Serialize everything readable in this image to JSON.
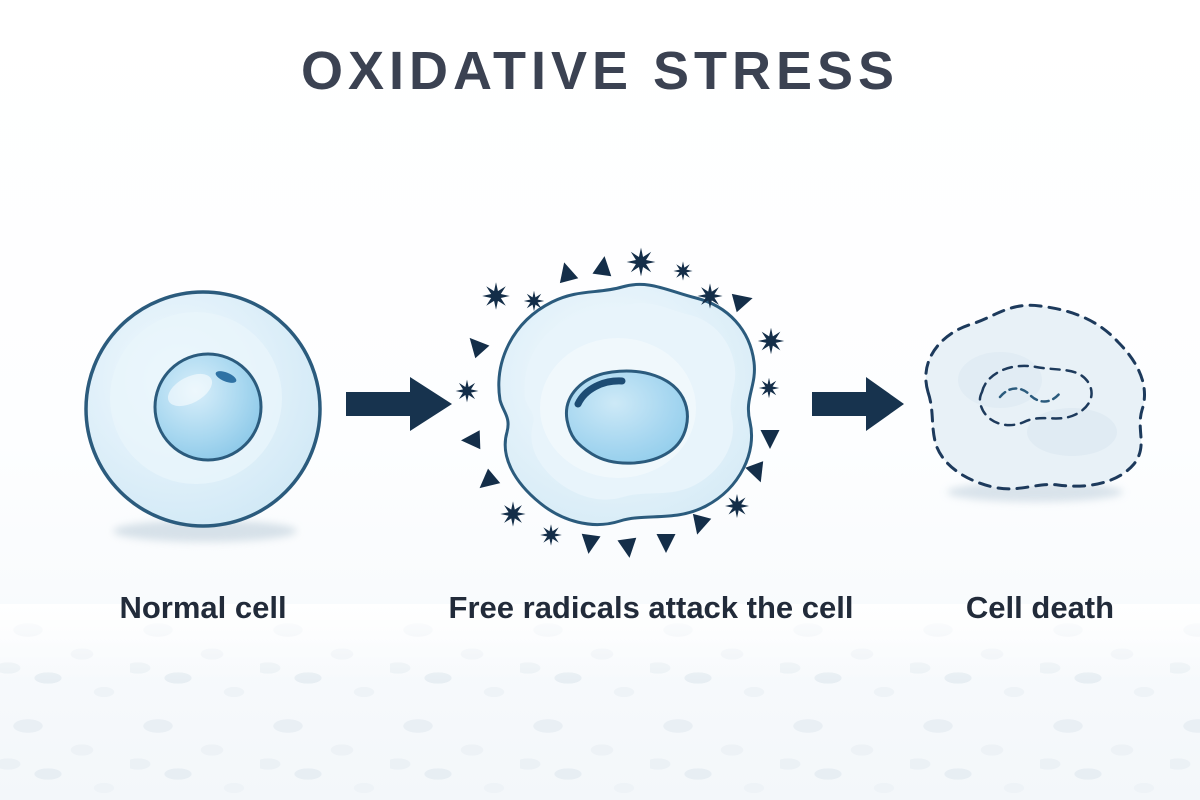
{
  "title": "OXIDATIVE STRESS",
  "stages": [
    {
      "id": "normal-cell",
      "label": "Normal cell"
    },
    {
      "id": "free-radicals-attack",
      "label": "Free radicals attack the cell"
    },
    {
      "id": "cell-death",
      "label": "Cell death"
    }
  ],
  "colors": {
    "title_text": "#3b4252",
    "label_text": "#222b3a",
    "arrow": "#17334e",
    "free_radical": "#142e49",
    "cell_outline": "#2b5b7d",
    "cell_fill_light": "#dff0f9",
    "nucleus_fill": "#a9d8f0",
    "nucleus_accent": "#1d4c74",
    "dead_cell_outline": "#1d3a5c",
    "dead_cell_fill": "#e8f1f7",
    "shadow": "#bccdda"
  }
}
